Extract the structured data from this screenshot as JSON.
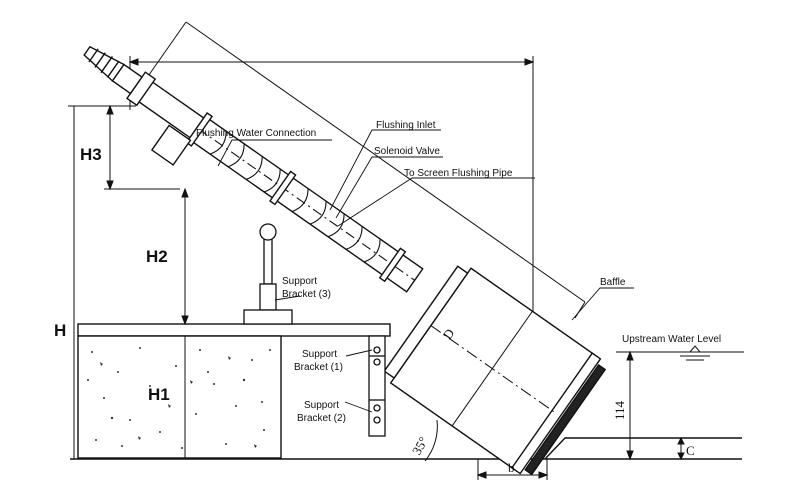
{
  "labels": {
    "flushing_water_connection": "Flushing Water Connection",
    "flushing_inlet": "Flushing Inlet",
    "solenoid_valve": "Solenoid Valve",
    "to_screen_flushing_pipe": "To Screen Flushing Pipe",
    "baffle": "Baffle",
    "upstream_water_level": "Upstream Water Level",
    "support_bracket_3_l1": "Support",
    "support_bracket_3_l2": "Bracket (3)",
    "support_bracket_1_l1": "Support",
    "support_bracket_1_l2": "Bracket (1)",
    "support_bracket_2_l1": "Support",
    "support_bracket_2_l2": "Bracket (2)"
  },
  "dimensions": {
    "H": "H",
    "H1": "H1",
    "H2": "H2",
    "H3": "H3",
    "D": "D",
    "angle": "35°",
    "b": "b",
    "C": "C",
    "water_depth": "114"
  }
}
